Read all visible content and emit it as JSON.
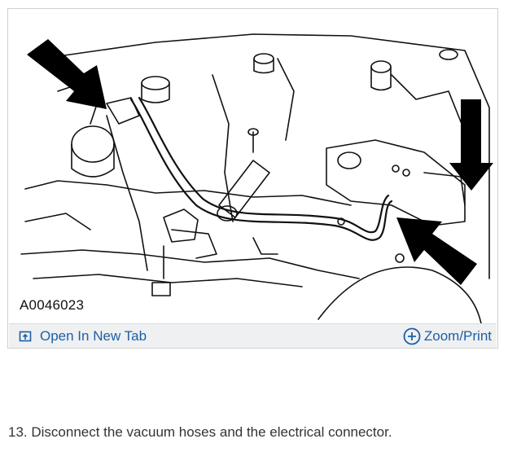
{
  "figure": {
    "code": "A0046023",
    "image_icon": "engine-diagram-illustration"
  },
  "toolbar": {
    "open_label": "Open In New Tab",
    "open_icon": "open-new-tab-icon",
    "zoom_label": "Zoom/Print",
    "zoom_icon": "zoom-plus-icon",
    "accent_color": "#1d5fa6"
  },
  "step": {
    "text": "13. Disconnect the vacuum hoses and the electrical connector."
  }
}
